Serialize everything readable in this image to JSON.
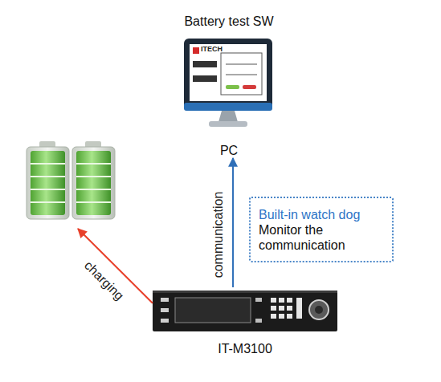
{
  "diagram": {
    "nodes": [
      {
        "text": [
          "Battery test SW",
          "PC"
        ]
      },
      {
        "text": []
      },
      {
        "text": [
          "Built-in watch dog",
          "Monitor the communication"
        ]
      },
      {
        "text": [
          "IT-M3100"
        ]
      }
    ],
    "edges": [
      {
        "from": 3,
        "to": 1,
        "label": "charging",
        "arrow": "to"
      },
      {
        "from": 3,
        "to": 0,
        "label": "communication",
        "arrow": "to"
      }
    ],
    "labels": [
      "ITECH"
    ]
  }
}
